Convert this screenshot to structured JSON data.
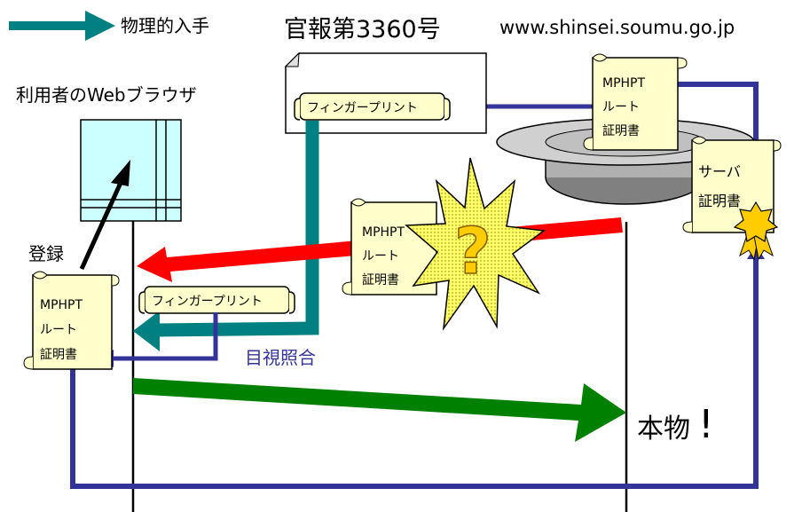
{
  "legend": {
    "label": "物理的入手",
    "arrow_color": "#008080"
  },
  "title": "官報第3360号",
  "url": "www.shinsei.soumu.go.jp",
  "browser_label": "利用者のWebブラウザ",
  "register_label": "登録",
  "fingerprint_label": "フィンガープリント",
  "visual_check_label": "目視照合",
  "genuine_label": "本物",
  "genuine_mark": "!",
  "question_mark": "?",
  "root_cert": {
    "line1": "MPHPT",
    "line2": "ルート",
    "line3": "証明書"
  },
  "server_cert": {
    "line1": "サーバ",
    "line2": "証明書"
  },
  "colors": {
    "teal": "#008080",
    "navy": "#333399",
    "red": "#ff0000",
    "green": "#008000",
    "scroll_fill": "#ffffcc",
    "browser_fill": "#ccffff",
    "server_disk": "#c0c0c0",
    "burst_fill": "#ffff66",
    "award": "#ffcc00"
  }
}
